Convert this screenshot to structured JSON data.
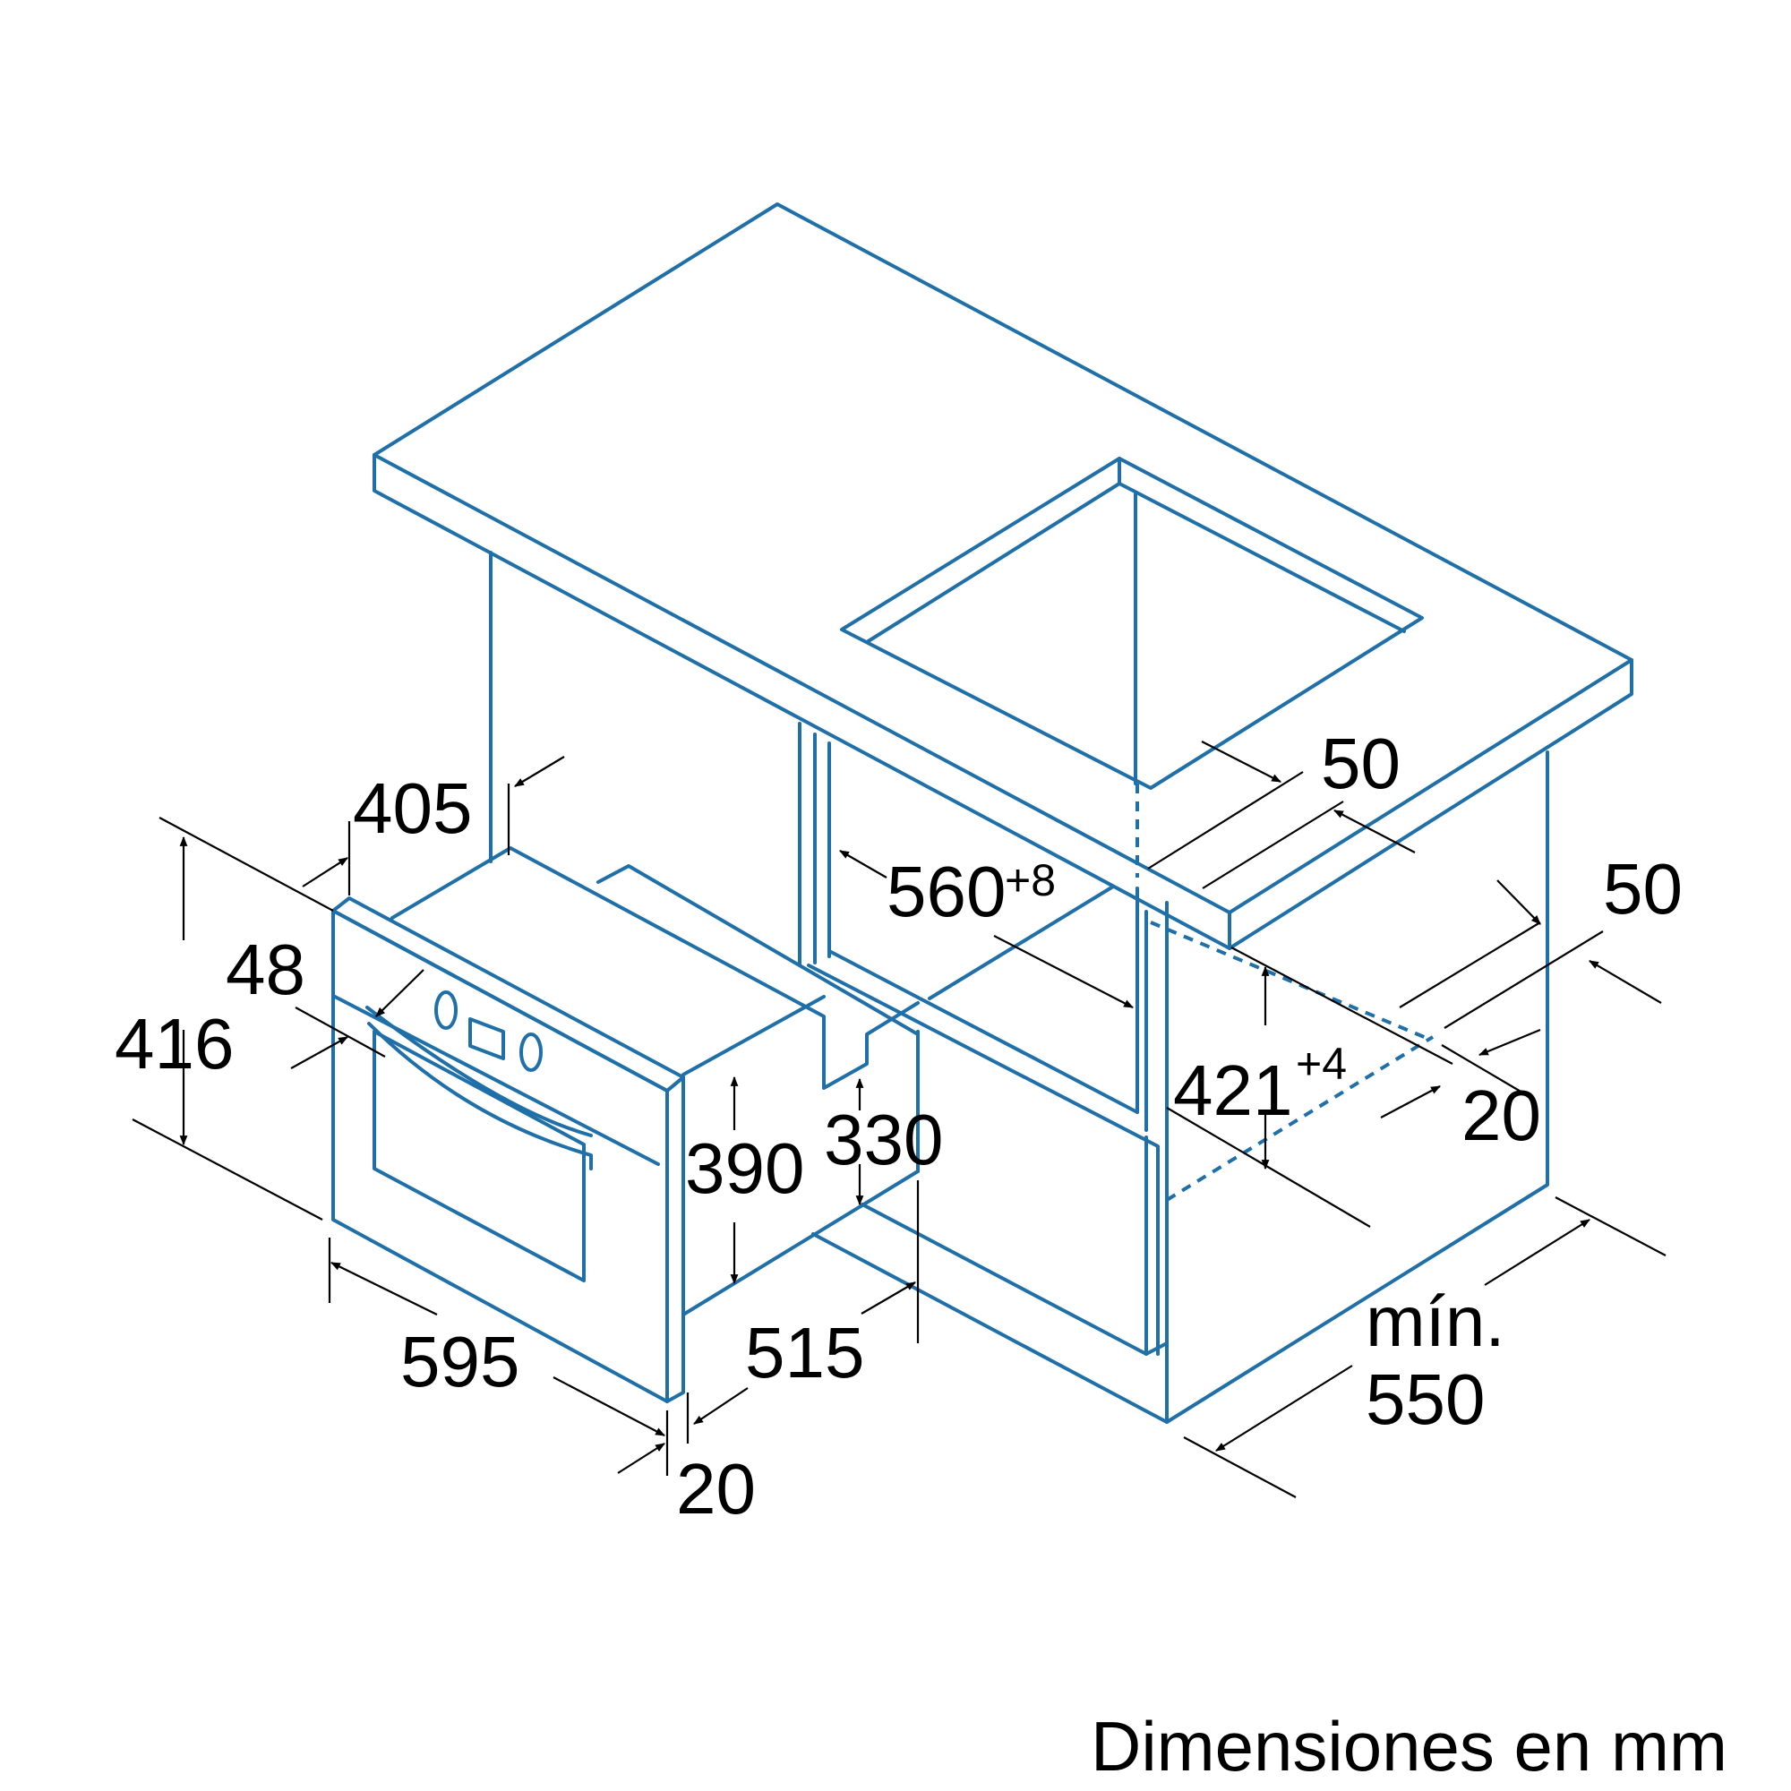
{
  "diagram": {
    "line_color": "#1f6fa8",
    "dimension_color": "#000000",
    "labels": {
      "width_niche": "560",
      "width_niche_tol": "+8",
      "height_niche": "421",
      "height_niche_tol": "+4",
      "depth_min_1": "mín.",
      "depth_min_2": "550",
      "rear_gap": "50",
      "side_gap": "50",
      "top_gap": "20",
      "oven_height": "416",
      "oven_width": "595",
      "oven_depth": "405",
      "body_height": "390",
      "rear_height": "330",
      "body_depth": "515",
      "front_offset": "48",
      "front_thickness": "20"
    }
  },
  "caption": "Dimensiones en mm"
}
